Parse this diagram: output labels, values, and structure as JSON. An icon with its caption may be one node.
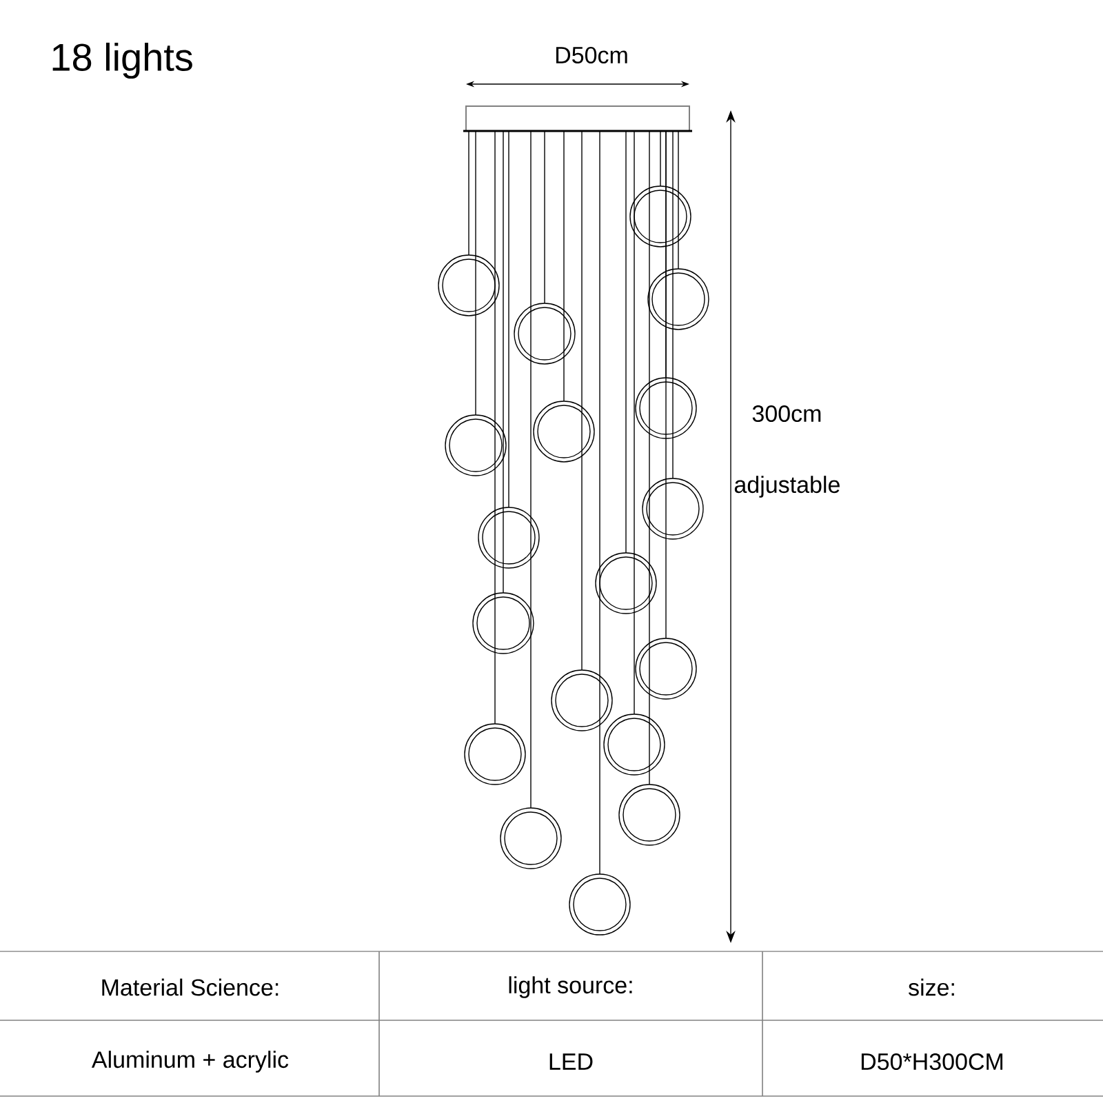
{
  "diagram": {
    "labels": [
      "18 lights",
      "D50cm",
      "300cm",
      "adjustable",
      "Material Science:",
      "light source:",
      "size:",
      "Aluminum + acrylic",
      "LED",
      "D50*H300CM"
    ]
  }
}
